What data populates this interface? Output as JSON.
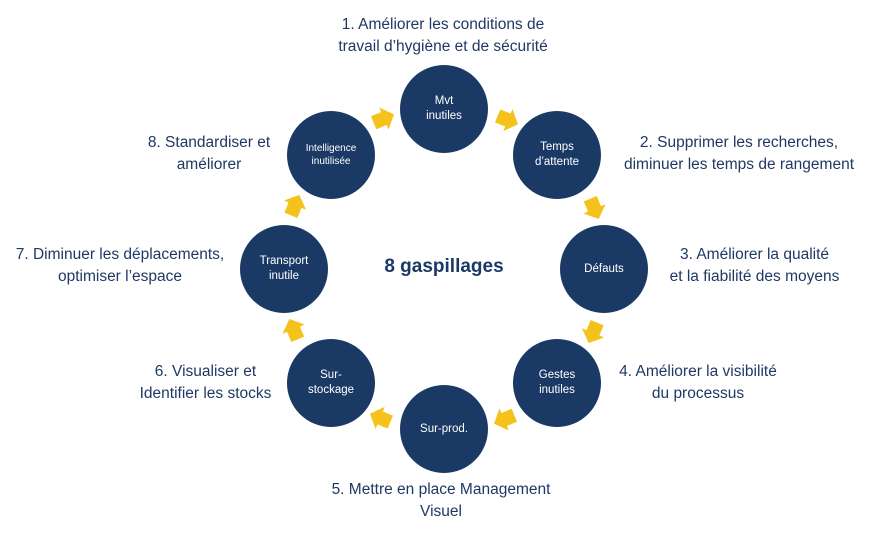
{
  "center_title": "8 gaspillages",
  "colors": {
    "node_fill": "#1a3a65",
    "arrow_fill": "#f5c21b",
    "label_text": "#1f3864"
  },
  "nodes": [
    {
      "label": "Mvt\ninutiles"
    },
    {
      "label": "Temps\nd’attente"
    },
    {
      "label": "Défauts"
    },
    {
      "label": "Gestes\ninutiles"
    },
    {
      "label": "Sur-prod."
    },
    {
      "label": "Sur-\nstockage"
    },
    {
      "label": "Transport\ninutile"
    },
    {
      "label": "Intelligence\ninutilisée"
    }
  ],
  "labels": [
    {
      "text": "1. Améliorer les conditions de\ntravail d’hygiène et de sécurité"
    },
    {
      "text": "2. Supprimer les recherches,\ndiminuer les temps de rangement"
    },
    {
      "text": "3. Améliorer la qualité\net la fiabilité des moyens"
    },
    {
      "text": "4. Améliorer la visibilité\ndu processus"
    },
    {
      "text": "5. Mettre en place Management\nVisuel"
    },
    {
      "text": "6. Visualiser et\nIdentifier les stocks"
    },
    {
      "text": "7. Diminuer les déplacements,\noptimiser l’espace"
    },
    {
      "text": "8. Standardiser et\naméliorer"
    }
  ]
}
